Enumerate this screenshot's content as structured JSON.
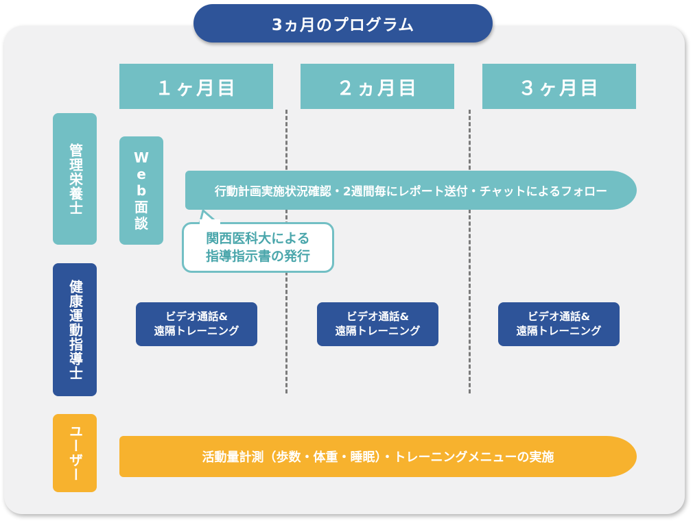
{
  "title": "3ヵ月のプログラム",
  "months": [
    "１ヶ月目",
    "２ヵ月目",
    "３ヶ月目"
  ],
  "roles": {
    "dietitian": "管理栄養士",
    "trainer": "健康運動指導士",
    "user": "ユーザー"
  },
  "web_interview": {
    "top": "Web",
    "bottom": "面談"
  },
  "followup": "行動計画実施状況確認・2週間毎にレポート送付・チャットによるフォロー",
  "callout": {
    "line1": "関西医科大による",
    "line2": "指導指示書の発行"
  },
  "video_sessions": [
    {
      "line1": "ビデオ通話&",
      "line2": "遠隔トレーニング"
    },
    {
      "line1": "ビデオ通話&",
      "line2": "遠隔トレーニング"
    },
    {
      "line1": "ビデオ通話&",
      "line2": "遠隔トレーニング"
    }
  ],
  "activity": "活動量計測（歩数・体重・睡眠）・トレーニングメニューの実施",
  "colors": {
    "teal": "#72bfc4",
    "navy": "#2e5499",
    "orange": "#f7b22e",
    "panel": "#f1f1f2"
  }
}
